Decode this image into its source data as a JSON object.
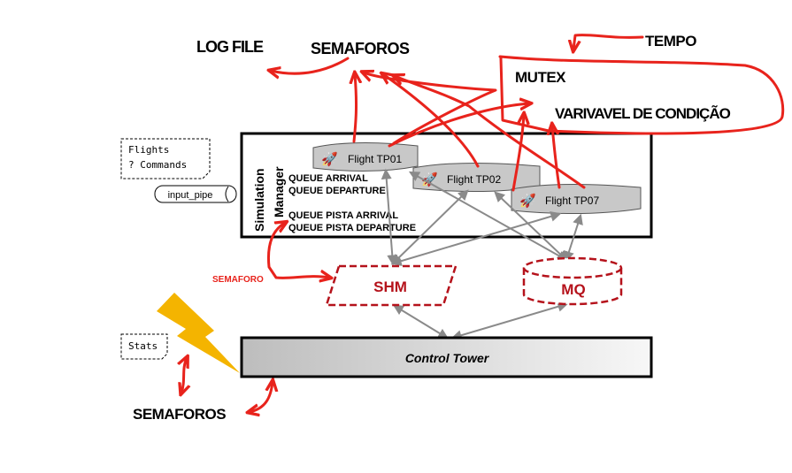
{
  "colors": {
    "annotation_red": "#e8231c",
    "dashed_red": "#b5121b",
    "arrow_gray": "#8a8a8a",
    "flight_fill": "#c8c8c8",
    "lightning": "#f4b400"
  },
  "annotations": {
    "log_file": "LOG FILE",
    "semaforos_top": "SEMAFOROS",
    "tempo": "TEMPO",
    "mutex": "MUTEX",
    "varivavel": "VARIVAVEL DE CONDIÇÃO",
    "semaforo_small": "SEMAFORO",
    "semaforos_bottom": "SEMAFOROS"
  },
  "notes": {
    "flights_line1": "Flights",
    "flights_line2": "? Commands",
    "stats": "Stats"
  },
  "input_pipe": "input_pipe",
  "simulation_manager": {
    "label_line1": "Simulation",
    "label_line2": "Manager",
    "queue_arrival": "QUEUE ARRIVAL",
    "queue_departure": "QUEUE DEPARTURE",
    "queue_pista_arrival": "QUEUE PISTA ARRIVAL",
    "queue_pista_departure": "QUEUE PISTA DEPARTURE"
  },
  "flights": [
    {
      "label": "Flight TP01",
      "icon": "rocket-icon"
    },
    {
      "label": "Flight TP02",
      "icon": "rocket-icon"
    },
    {
      "label": "Flight TP07",
      "icon": "rocket-icon"
    }
  ],
  "shm": "SHM",
  "mq": "MQ",
  "control_tower": "Control Tower"
}
